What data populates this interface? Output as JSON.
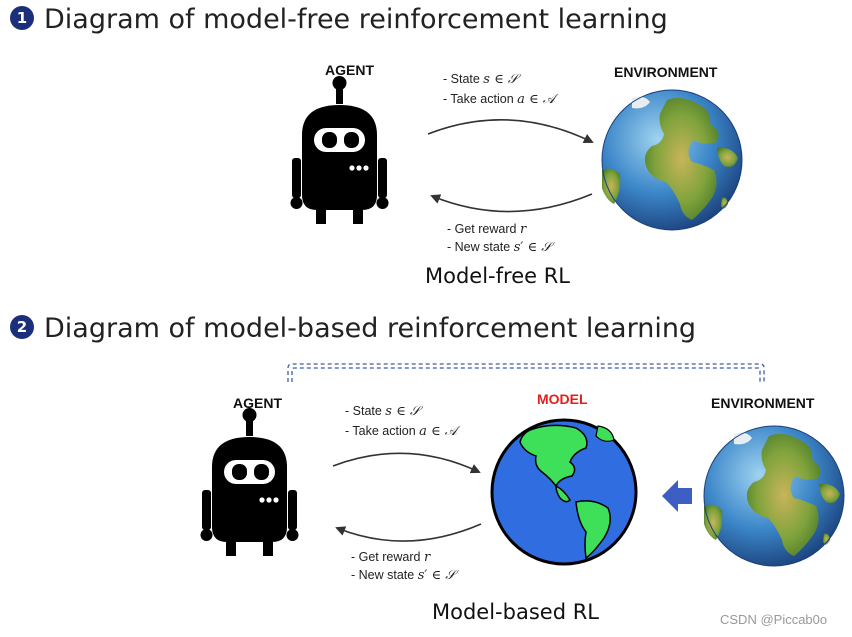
{
  "section1": {
    "number": "1",
    "title": "Diagram of model-free reinforcement learning",
    "agent_label": "AGENT",
    "environment_label": "ENVIRONMENT",
    "top_line1_text": "- State ",
    "top_line1_math": "s ∈ 𝒮",
    "top_line2_text": "- Take action ",
    "top_line2_math": "a ∈ 𝒜",
    "bottom_line1_text": "- Get reward ",
    "bottom_line1_math": "r",
    "bottom_line2_text": "- New state ",
    "bottom_line2_math": "s′ ∈ 𝒮",
    "caption": "Model-free RL"
  },
  "section2": {
    "number": "2",
    "title": "Diagram of model-based reinforcement learning",
    "agent_label": "AGENT",
    "model_label": "MODEL",
    "environment_label": "ENVIRONMENT",
    "top_line1_text": "- State ",
    "top_line1_math": "s ∈ 𝒮",
    "top_line2_text": "- Take action ",
    "top_line2_math": "a ∈ 𝒜",
    "bottom_line1_text": "- Get reward ",
    "bottom_line1_math": "r",
    "bottom_line2_text": "- New state ",
    "bottom_line2_math": "s′ ∈ 𝒮",
    "caption": "Model-based RL"
  },
  "watermark": "CSDN @Piccab0o",
  "colors": {
    "model_label": "#e0201c",
    "number_badge": "#1c2f7a",
    "dashed_line": "#3b5fa6",
    "block_arrow": "#3d5fc4",
    "ocean": "#2f6de0",
    "land": "#3ee05a"
  },
  "icons": [
    "robot-icon",
    "earth-globe-icon",
    "cartoon-globe-icon"
  ]
}
